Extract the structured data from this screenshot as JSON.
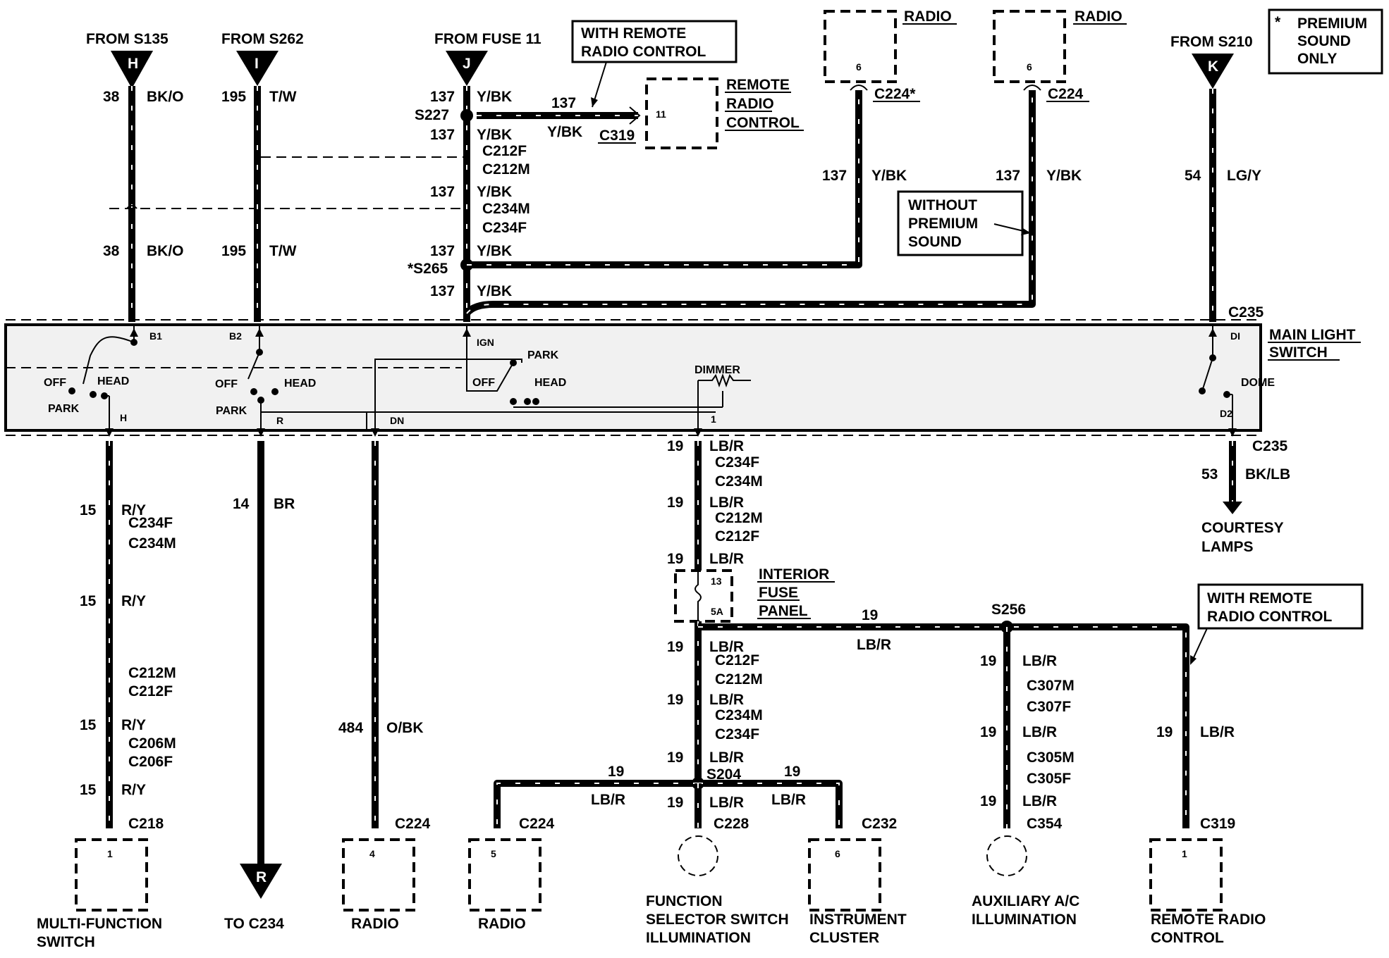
{
  "sources": {
    "s135": "FROM S135",
    "s262": "FROM S262",
    "fuse11": "FROM FUSE 11",
    "s210": "FROM S210"
  },
  "connector_letters": {
    "h": "H",
    "i": "I",
    "j": "J",
    "k": "K",
    "r": "R"
  },
  "notes": {
    "remote_top": [
      "WITH REMOTE",
      "RADIO CONTROL"
    ],
    "premium": [
      "*",
      "PREMIUM",
      "SOUND",
      "ONLY"
    ],
    "without": [
      "WITHOUT",
      "PREMIUM",
      "SOUND"
    ],
    "remote_bottom": [
      "WITH REMOTE",
      "RADIO CONTROL"
    ]
  },
  "wires": {
    "w38": "38",
    "bko": "BK/O",
    "w195": "195",
    "tw": "T/W",
    "w137": "137",
    "ybk": "Y/BK",
    "w54": "54",
    "lgy": "LG/Y",
    "w53": "53",
    "bklb": "BK/LB",
    "w15": "15",
    "ry": "R/Y",
    "w14": "14",
    "br": "BR",
    "w484": "484",
    "obk": "O/BK",
    "w19": "19",
    "lbr": "LB/R"
  },
  "connectors": {
    "c212f": "C212F",
    "c212m": "C212M",
    "c234m": "C234M",
    "c234f": "C234F",
    "c206m": "C206M",
    "c206f": "C206F",
    "c307m": "C307M",
    "c307f": "C307F",
    "c305m": "C305M",
    "c305f": "C305F",
    "c224star": "C224*",
    "c224": "C224",
    "c235": "C235",
    "c319": "C319",
    "c218": "C218",
    "c228": "C228",
    "c232": "C232",
    "c354": "C354"
  },
  "splices": {
    "s227": "S227",
    "s265": "*S265",
    "s256": "S256",
    "s204": "S204"
  },
  "switch": {
    "title": [
      "MAIN LIGHT",
      "SWITCH"
    ],
    "b1": "B1",
    "b2": "B2",
    "ign": "IGN",
    "di": "DI",
    "d2": "D2",
    "off": "OFF",
    "head": "HEAD",
    "park": "PARK",
    "dimmer": "DIMMER",
    "dome": "DOME",
    "h": "H",
    "r": "R",
    "dn": "DN",
    "one": "1"
  },
  "components": {
    "radio": "RADIO",
    "remote_radio_control": [
      "REMOTE",
      "RADIO",
      "CONTROL"
    ],
    "interior_fuse_panel": [
      "INTERIOR",
      "FUSE",
      "PANEL"
    ],
    "courtesy_lamps": [
      "COURTESY",
      "LAMPS"
    ],
    "multi_function": [
      "MULTI-FUNCTION",
      "SWITCH"
    ],
    "to_c234": "TO C234",
    "function_selector": [
      "FUNCTION",
      "SELECTOR SWITCH",
      "ILLUMINATION"
    ],
    "instrument_cluster": [
      "INSTRUMENT",
      "CLUSTER"
    ],
    "aux_ac": [
      "AUXILIARY A/C",
      "ILLUMINATION"
    ],
    "remote_radio_bottom": [
      "REMOTE RADIO",
      "CONTROL"
    ]
  },
  "pins": {
    "p6": "6",
    "p11": "11",
    "p1": "1",
    "p4": "4",
    "p5": "5",
    "p13": "13",
    "p5a": "5A"
  }
}
